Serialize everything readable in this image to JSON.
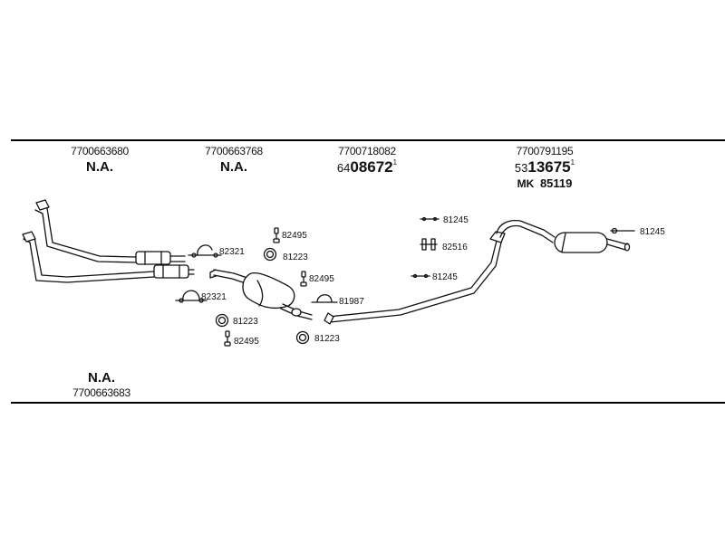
{
  "header": {
    "col1": {
      "part_no": "7700663680",
      "status": "N.A."
    },
    "col2": {
      "part_no": "7700663768",
      "status": "N.A."
    },
    "col3": {
      "part_no": "7700718082",
      "ref_prefix": "64",
      "ref_main": "08672",
      "ref_suffix": "1"
    },
    "col4": {
      "part_no": "7700791195",
      "ref_prefix": "53",
      "ref_main": "13675",
      "ref_suffix": "1",
      "mk_label": "MK",
      "mk_value": "85119"
    }
  },
  "footer": {
    "status": "N.A.",
    "part_no": "7700663683"
  },
  "labels": {
    "clamp_upper": "82321",
    "clamp_lower": "82321",
    "ring_upper": "81223",
    "ring_lower_left": "81223",
    "ring_lower_right": "81223",
    "hanger_upper": "82495",
    "hanger_mid": "82495",
    "hanger_lower": "82495",
    "gasket": "81987",
    "bracket_upper": "81245",
    "bracket_lower": "81245",
    "bracket_rear": "81245",
    "mount": "82516"
  },
  "colors": {
    "ink": "#111111",
    "rule": "#000000"
  }
}
